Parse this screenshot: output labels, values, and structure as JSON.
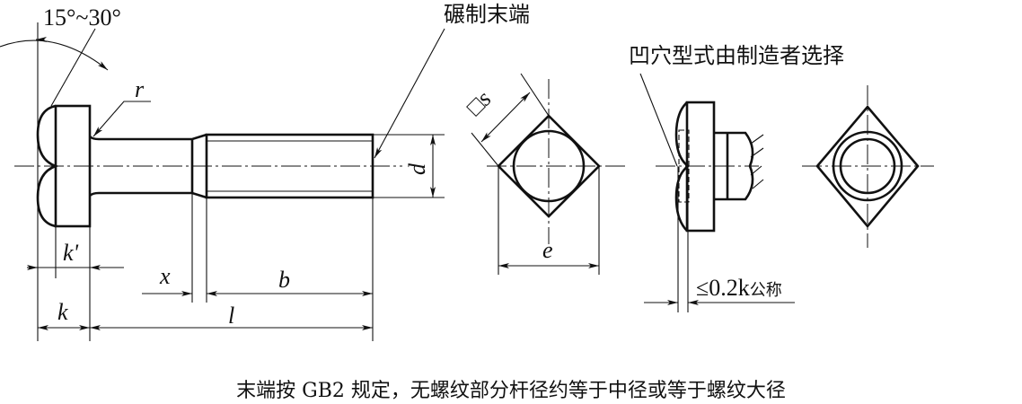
{
  "labels": {
    "angle": "15°~30°",
    "r": "r",
    "k_prime": "k'",
    "k": "k",
    "x": "x",
    "b": "b",
    "l": "l",
    "d": "d",
    "square_s": "□s",
    "e": "e",
    "rolled_end": "碾制末端",
    "recess_note": "凹穴型式由制造者选择",
    "recess_depth": "≤0.2k",
    "recess_depth_suffix": "公称"
  },
  "caption": "末端按 GB2 规定，无螺纹部分杆径约等于中径或等于螺纹大径"
}
